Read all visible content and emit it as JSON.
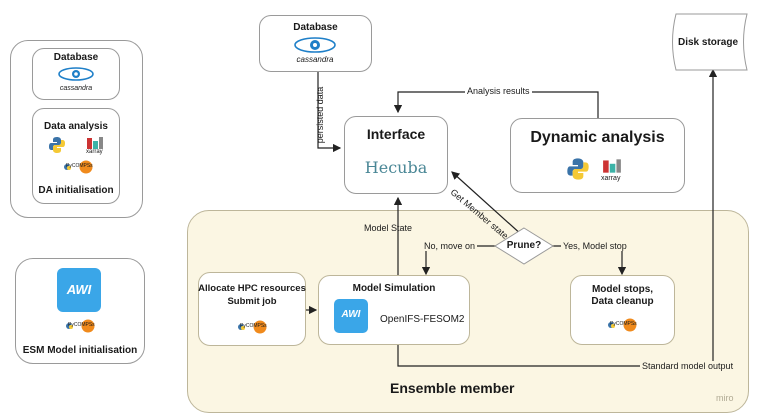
{
  "left_panel": {
    "da_init": {
      "database_title": "Database",
      "cassandra_text": "cassandra",
      "data_analysis_title": "Data analysis",
      "xarray_text": "xarray",
      "pycompss_text": "PyCOMPSs",
      "footer_label": "DA initialisation"
    },
    "esm_init": {
      "awi_text": "AWI",
      "pycompss_text": "PyCOMPSs",
      "footer_label": "ESM Model initialisation"
    }
  },
  "top_database": {
    "title": "Database",
    "cassandra_text": "cassandra"
  },
  "disk_storage": {
    "label": "Disk storage"
  },
  "interface": {
    "title": "Interface",
    "hecuba_text": "Hecuba"
  },
  "dynamic_analysis": {
    "title": "Dynamic analysis",
    "xarray_text": "xarray"
  },
  "edges": {
    "analysis_results": "Analysis results",
    "persisted_data": "persisted data",
    "get_member_state": "Get Member state",
    "model_state": "Model State",
    "no_move_on": "No, move on",
    "yes_model_stop": "Yes, Model stop",
    "standard_model_output": "Standard model output"
  },
  "prune": {
    "label": "Prune?"
  },
  "allocate": {
    "line1": "Allocate HPC resources",
    "line2": "Submit job",
    "pycompss_text": "PyCOMPSs"
  },
  "model_simulation": {
    "title": "Model Simulation",
    "awi_text": "AWI",
    "model_name": "OpenIFS-FESOM2"
  },
  "model_stops": {
    "line1": "Model stops,",
    "line2": "Data cleanup",
    "pycompss_text": "PyCOMPSs"
  },
  "ensemble_member": {
    "label": "Ensemble member"
  },
  "watermark": "miro"
}
